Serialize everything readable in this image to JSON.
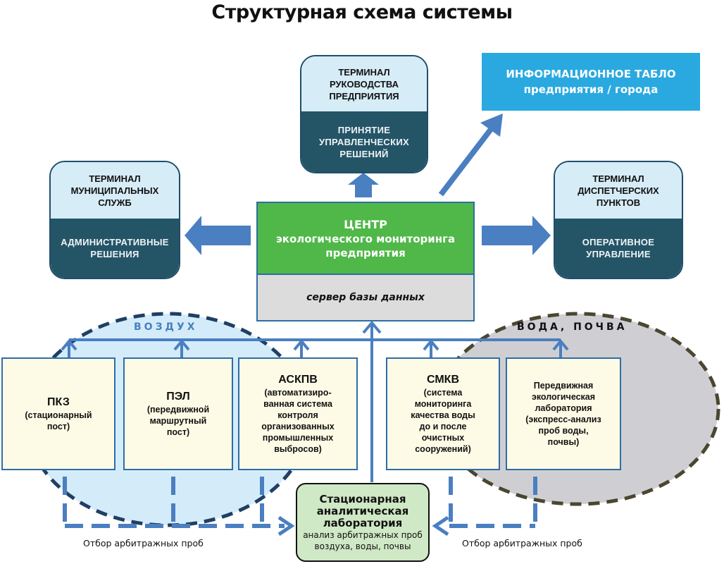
{
  "title": "Структурная схема системы",
  "colors": {
    "arrow": "#4a7fc1",
    "terminal_top": "#d6ecf7",
    "terminal_bottom": "#245567",
    "center_green": "#4fb848",
    "server_gray": "#dcdcdc",
    "info_board": "#29a9e0",
    "sensor_fill": "#fdfbe6",
    "air_zone": "#d4ecfa",
    "water_zone": "#cfcfd3",
    "lab_fill": "#cfe8c5"
  },
  "terminals": {
    "management": {
      "title": [
        "ТЕРМИНАЛ",
        "РУКОВОДСТВА",
        "ПРЕДПРИЯТИЯ"
      ],
      "function": [
        "ПРИНЯТИЕ",
        "УПРАВЛЕНЧЕСКИХ",
        "РЕШЕНИЙ"
      ]
    },
    "municipal": {
      "title": [
        "ТЕРМИНАЛ",
        "МУНИЦИПАЛЬНЫХ",
        "СЛУЖБ"
      ],
      "function": [
        "АДМИНИСТРАТИВНЫЕ",
        "РЕШЕНИЯ"
      ]
    },
    "dispatch": {
      "title": [
        "ТЕРМИНАЛ",
        "ДИСПЕТЧЕРСКИХ",
        "ПУНКТОВ"
      ],
      "function": [
        "ОПЕРАТИВНОЕ",
        "УПРАВЛЕНИЕ"
      ]
    }
  },
  "info_board": {
    "line1": "ИНФОРМАЦИОННОЕ ТАБЛО",
    "line2": "предприятия / города"
  },
  "center": {
    "line1": "ЦЕНТР",
    "line2": "экологического мониторинга",
    "line3": "предприятия",
    "server": "сервер базы данных"
  },
  "zones": {
    "air": "ВОЗДУХ",
    "water_soil": "ВОДА, ПОЧВА"
  },
  "sensors": [
    {
      "name": "ПКЗ",
      "desc": [
        "(стационарный",
        "пост)"
      ]
    },
    {
      "name": "ПЭЛ",
      "desc": [
        "(передвижной",
        "маршрутный",
        "пост)"
      ]
    },
    {
      "name": "АСКПВ",
      "desc": [
        "(автоматизиро-",
        "ванная система",
        "контроля",
        "организованных",
        "промышленных",
        "выбросов)"
      ]
    },
    {
      "name": "СМКВ",
      "desc": [
        "(система",
        "мониторинга",
        "качества воды",
        "до и после",
        "очистных",
        "сооружений)"
      ]
    },
    {
      "name": "",
      "desc": [
        "Передвижная",
        "экологическая",
        "лаборатория",
        "(экспресс-анализ",
        "проб воды,",
        "почвы)"
      ]
    }
  ],
  "lab": {
    "name": [
      "Стационарная",
      "аналитическая",
      "лаборатория"
    ],
    "desc": [
      "анализ арбитражных проб",
      "воздуха, воды, почвы"
    ]
  },
  "sample_labels": {
    "left": "Отбор арбитражных проб",
    "right": "Отбор арбитражных проб"
  }
}
